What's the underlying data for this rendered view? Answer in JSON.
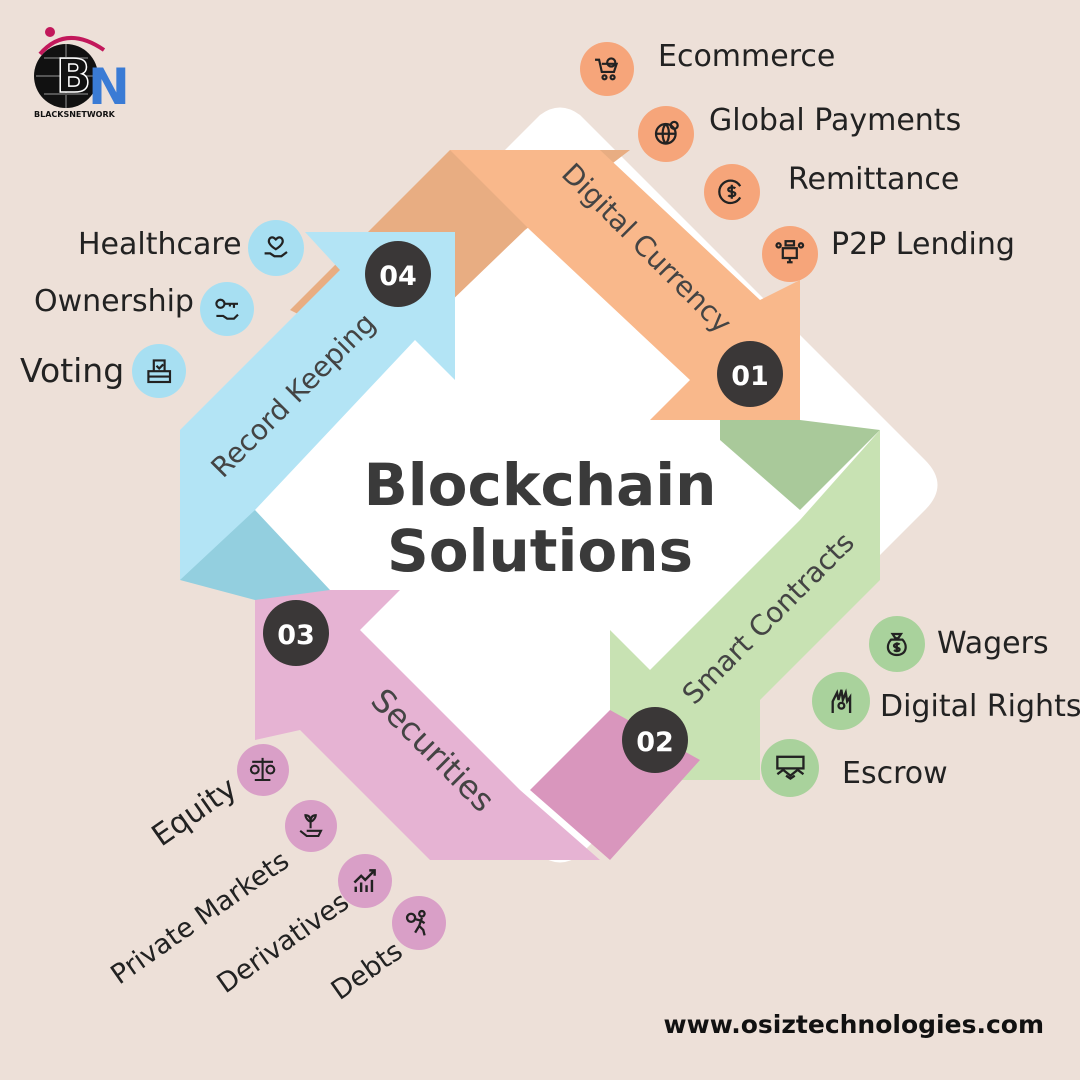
{
  "logo": {
    "text": "BLACKSNETWORK"
  },
  "title": {
    "line1": "Blockchain",
    "line2": "Solutions"
  },
  "website": "www.osiztechnologies.com",
  "stages": [
    {
      "number": "01",
      "name": "Digital Currency",
      "color": "#f9b88b",
      "icon_bg": "#f6a57a",
      "items": [
        "Ecommerce",
        "Global Payments",
        "Remittance",
        "P2P Lending"
      ]
    },
    {
      "number": "02",
      "name": "Smart Contracts",
      "color": "#c8e2b3",
      "icon_bg": "#a9d29c",
      "items": [
        "Wagers",
        "Digital Rights",
        "Escrow"
      ]
    },
    {
      "number": "03",
      "name": "Securities",
      "color": "#e6b3d3",
      "icon_bg": "#d99fc7",
      "items": [
        "Equity",
        "Private Markets",
        "Derivatives",
        "Debts"
      ]
    },
    {
      "number": "04",
      "name": "Record Keeping",
      "color": "#b3e4f5",
      "icon_bg": "#a7dff2",
      "items": [
        "Healthcare",
        "Ownership",
        "Voting"
      ]
    }
  ],
  "icons": {
    "ecommerce": "cart-globe-icon",
    "global_payments": "globe-coins-icon",
    "remittance": "dollar-return-icon",
    "p2p_lending": "computer-users-icon",
    "wagers": "money-bag-icon",
    "digital_rights": "hand-circuit-icon",
    "escrow": "handshake-icon",
    "equity": "scales-coins-icon",
    "private_markets": "plant-hand-icon",
    "derivatives": "chart-up-icon",
    "debts": "person-debt-icon",
    "healthcare": "heart-hand-icon",
    "ownership": "key-hand-icon",
    "voting": "ballot-box-icon"
  }
}
